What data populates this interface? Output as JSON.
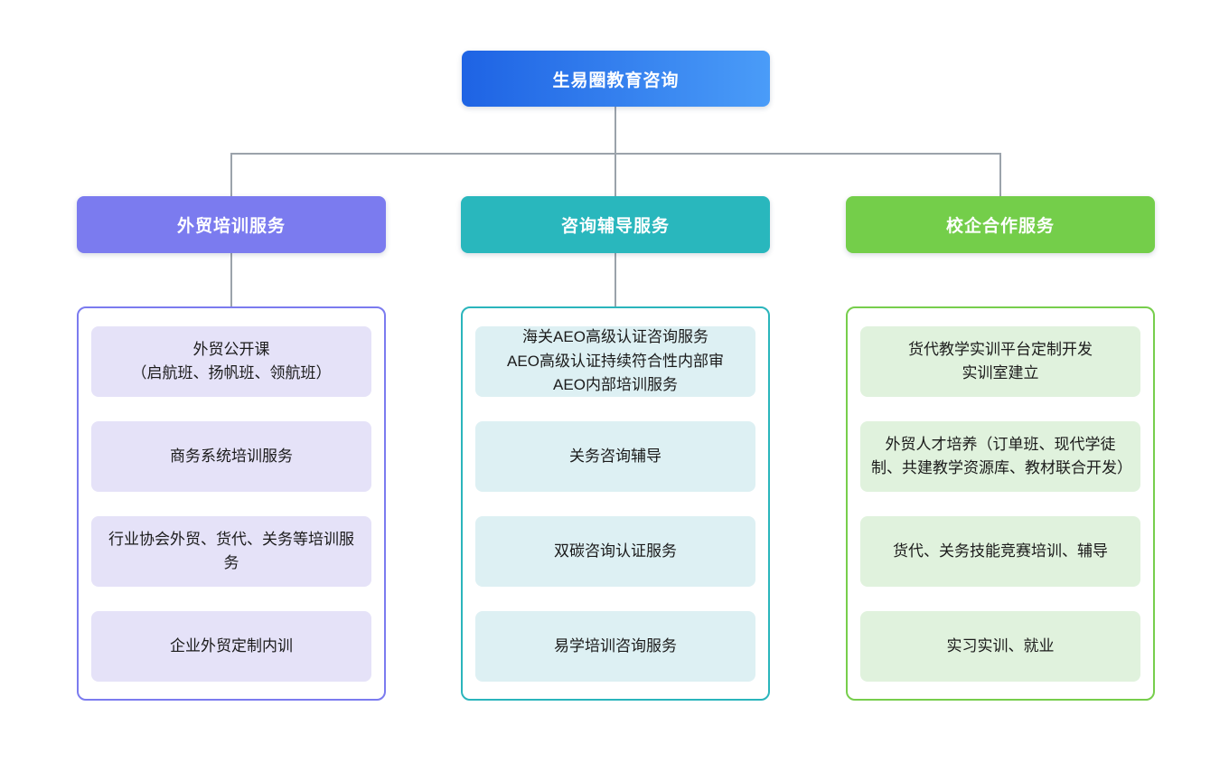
{
  "connector_color": "#9ba3ab",
  "root": {
    "label": "生易圈教育咨询",
    "gradient_from": "#1e63e4",
    "gradient_to": "#4a9cf8"
  },
  "branches": [
    {
      "label": "外贸培训服务",
      "header_color": "#7b7bef",
      "border_color": "#7b7bef",
      "item_bg": "#e5e2f8",
      "items": [
        "外贸公开课\n（启航班、扬帆班、领航班）",
        "商务系统培训服务",
        "行业协会外贸、货代、关务等培训服务",
        "企业外贸定制内训"
      ]
    },
    {
      "label": "咨询辅导服务",
      "header_color": "#29b7bd",
      "border_color": "#2ab5bc",
      "item_bg": "#ddf0f3",
      "items": [
        "海关AEO高级认证咨询服务\nAEO高级认证持续符合性内部审\nAEO内部培训服务",
        "关务咨询辅导",
        "双碳咨询认证服务",
        "易学培训咨询服务"
      ]
    },
    {
      "label": "校企合作服务",
      "header_color": "#74ce4a",
      "border_color": "#77ce4c",
      "item_bg": "#e0f2dd",
      "items": [
        "货代教学实训平台定制开发\n实训室建立",
        "外贸人才培养（订单班、现代学徒制、共建教学资源库、教材联合开发）",
        "货代、关务技能竞赛培训、辅导",
        "实习实训、就业"
      ]
    }
  ]
}
